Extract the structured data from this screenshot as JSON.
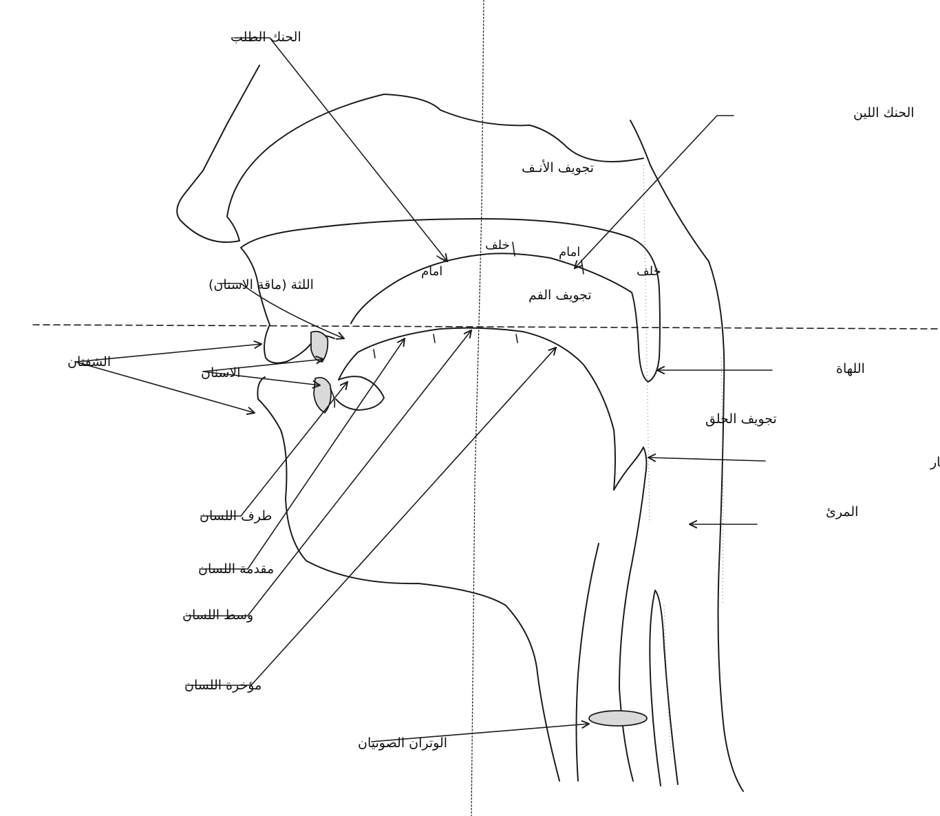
{
  "labels": {
    "hard_palate": "الحنك الطلب",
    "soft_palate": "الحنك اللين",
    "nasal_cavity": "تجويف الأنـف",
    "back_hard": "خلف",
    "front_soft": "امام",
    "back_soft": "خلف",
    "front_hard": "امام",
    "oral_cavity": "تجويف الفم",
    "alveolar_ridge": "اللثة (ماقة الاسنان)",
    "lips": "الشفتان",
    "teeth": "الاسنان",
    "uvula": "اللهاة",
    "pharynx": "تجويف الحلق",
    "epiglottis": "لسان المزمار",
    "tongue_tip": "طرف اللسان",
    "tongue_blade": "مقدمة اللسان",
    "tongue_middle": "وسط اللسان",
    "tongue_back": "مؤخرة اللسان",
    "esophagus": "المرئ",
    "vocal_cords": "الوتران الصوتيان"
  }
}
